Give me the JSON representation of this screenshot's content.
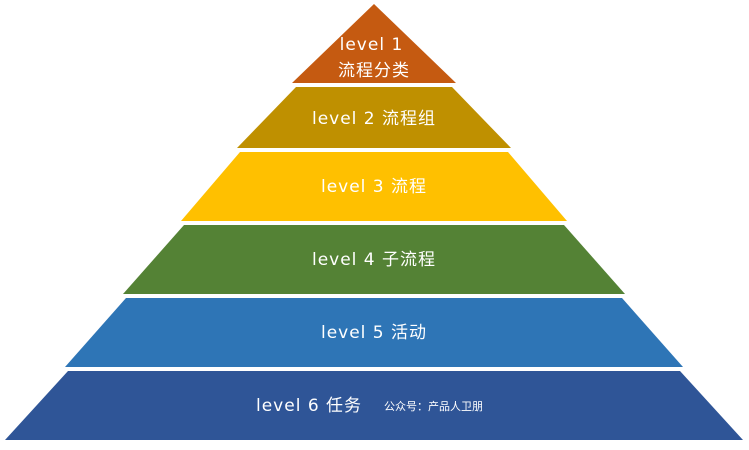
{
  "pyramid": {
    "levels": [
      {
        "lines": [
          "level 1",
          "流程分类"
        ],
        "color": "#C55A11"
      },
      {
        "lines": [
          "level 2 流程组"
        ],
        "color": "#BF9000"
      },
      {
        "lines": [
          "level 3 流程"
        ],
        "color": "#FFC000"
      },
      {
        "lines": [
          "level 4 子流程"
        ],
        "color": "#548235"
      },
      {
        "lines": [
          "level 5 活动"
        ],
        "color": "#2E75B6"
      },
      {
        "lines": [
          "level 6 任务"
        ],
        "color": "#2F5597"
      }
    ],
    "watermark": "公众号：产品人卫朋"
  }
}
